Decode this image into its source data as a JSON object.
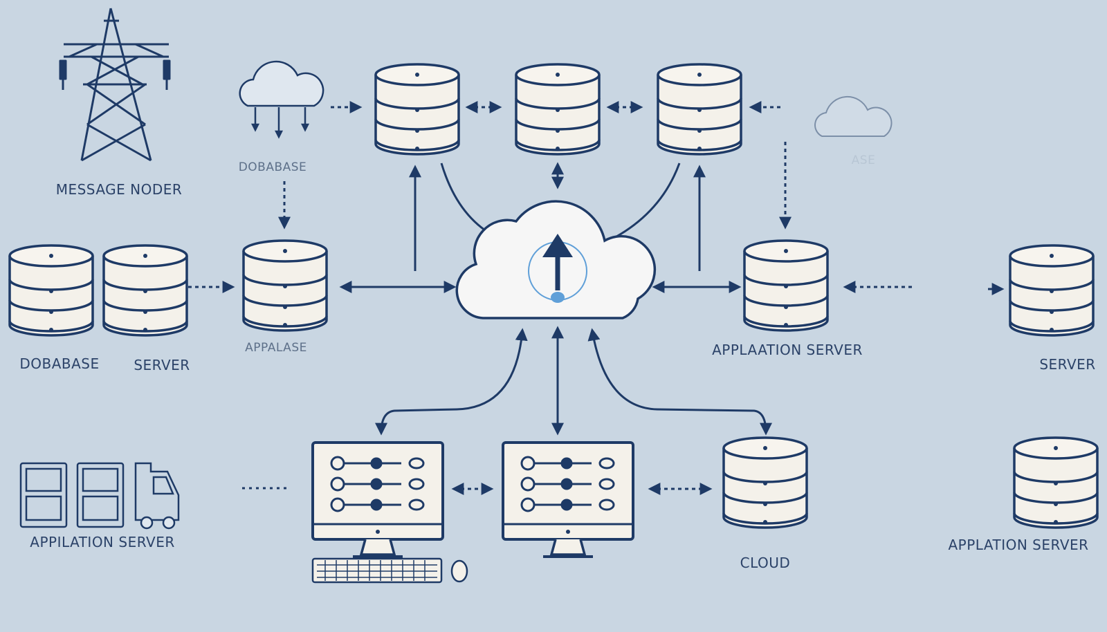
{
  "labels": {
    "message_node": "MESSAGE NODER",
    "top_cloud": "DOBABASE",
    "top_right_cloud": "ASE",
    "left_db": "DOBABASE",
    "left_server": "SERVER",
    "center_left_db": "APPALASE",
    "right_app_server": "APPLAATION SERVER",
    "far_right_server": "SERVER",
    "bottom_left_app_server": "APPILATION SERVER",
    "bottom_cloud_db": "CLOUD",
    "bottom_right_app_server": "APPLATION SERVER"
  },
  "colors": {
    "background": "#c9d6e2",
    "stroke": "#1e3a66",
    "fill": "#f4f1ea",
    "accent": "#5f9fd8"
  }
}
